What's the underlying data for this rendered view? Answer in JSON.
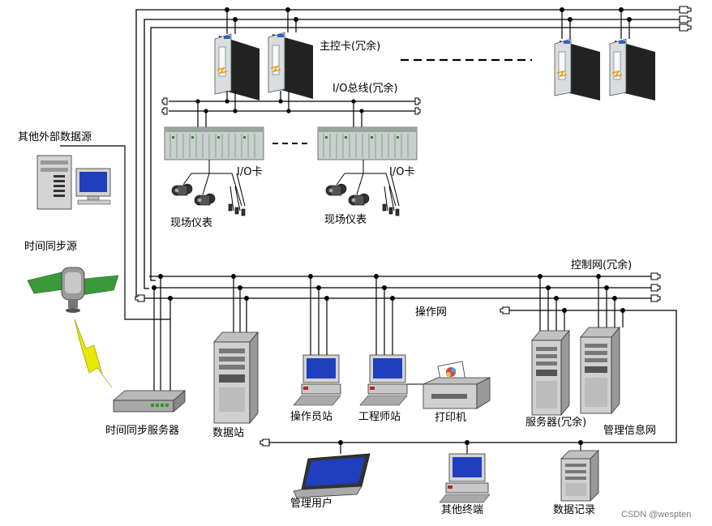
{
  "labels": {
    "main_controller": "主控卡(冗余)",
    "io_bus": "I/O总线(冗余)",
    "external_source": "其他外部数据源",
    "io_card_left": "I/O卡",
    "io_card_right": "I/O卡",
    "field_instruments_left": "现场仪表",
    "field_instruments_right": "现场仪表",
    "time_sync_source": "时间同步源",
    "control_network": "控制网(冗余)",
    "operation_network": "操作网",
    "time_sync_server": "时间同步服务器",
    "data_station": "数据站",
    "operator_station": "操作员站",
    "engineer_station": "工程师站",
    "printer": "打印机",
    "server": "服务器(冗余)",
    "mis_network": "管理信息网",
    "management_user": "管理用户",
    "other_terminal": "其他终端",
    "data_record": "数据记录"
  },
  "watermark": "CSDN @wespten",
  "colors": {
    "line": "#000000",
    "rack_face": "#d8dde0",
    "rack_side": "#2a2a2a",
    "panel_face": "#c8d0cc",
    "server_face": "#d0d0d0",
    "monitor_frame": "#d4d4d4",
    "screen_blue": "#1f3fbf",
    "lightning": "#e8e800",
    "satellite_panel": "#3a9a3a"
  }
}
